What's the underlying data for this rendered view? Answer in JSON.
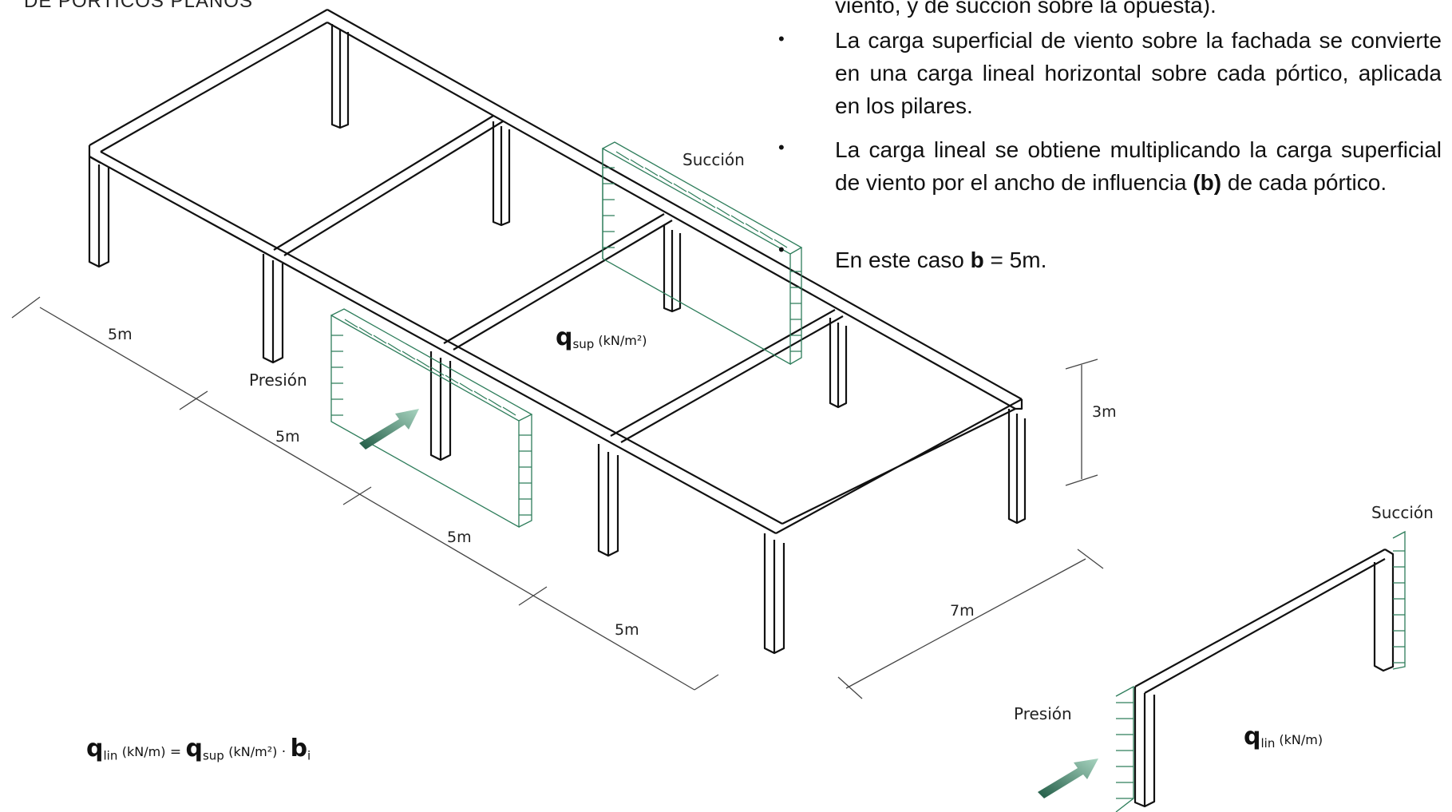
{
  "heading_cut": "DE PÓRTICOS PLANOS",
  "bullets": {
    "first_line_cut": "viento, y de succión sobre la opuesta).",
    "b2": "La carga superficial de viento sobre la fachada se convierte en una carga lineal horizontal sobre cada pórtico, aplicada en los pilares.",
    "b3_pre": "La carga lineal se obtiene multiplicando la carga superficial de viento por el ancho de influencia ",
    "b3_bold": "(b)",
    "b3_post": " de cada pórtico.",
    "b4_pre": "En este caso ",
    "b4_bold": "b",
    "b4_post": " = 5m.",
    "marker": "•"
  },
  "labels": {
    "succion": "Succión",
    "presion": "Presión",
    "dim_5m": "5m",
    "dim_3m": "3m",
    "dim_7m": "7m"
  },
  "qsup": {
    "symbol": "q",
    "sub": "sup",
    "unit": "(kN/m²)"
  },
  "qlin": {
    "symbol": "q",
    "sub": "lin",
    "unit": "(kN/m)"
  },
  "formula": {
    "lhs_sym": "q",
    "lhs_sub": "lin",
    "lhs_unit": "(kN/m)",
    "eq": "=",
    "rhs_sym": "q",
    "rhs_sub": "sup",
    "rhs_unit": "(kN/m²)",
    "dot": "·",
    "b_sym": "b",
    "b_sub": "i"
  },
  "colors": {
    "structure": "#111111",
    "load": "#2e7d5b",
    "arrow": "#3b8a6a",
    "dims": "#444444"
  }
}
